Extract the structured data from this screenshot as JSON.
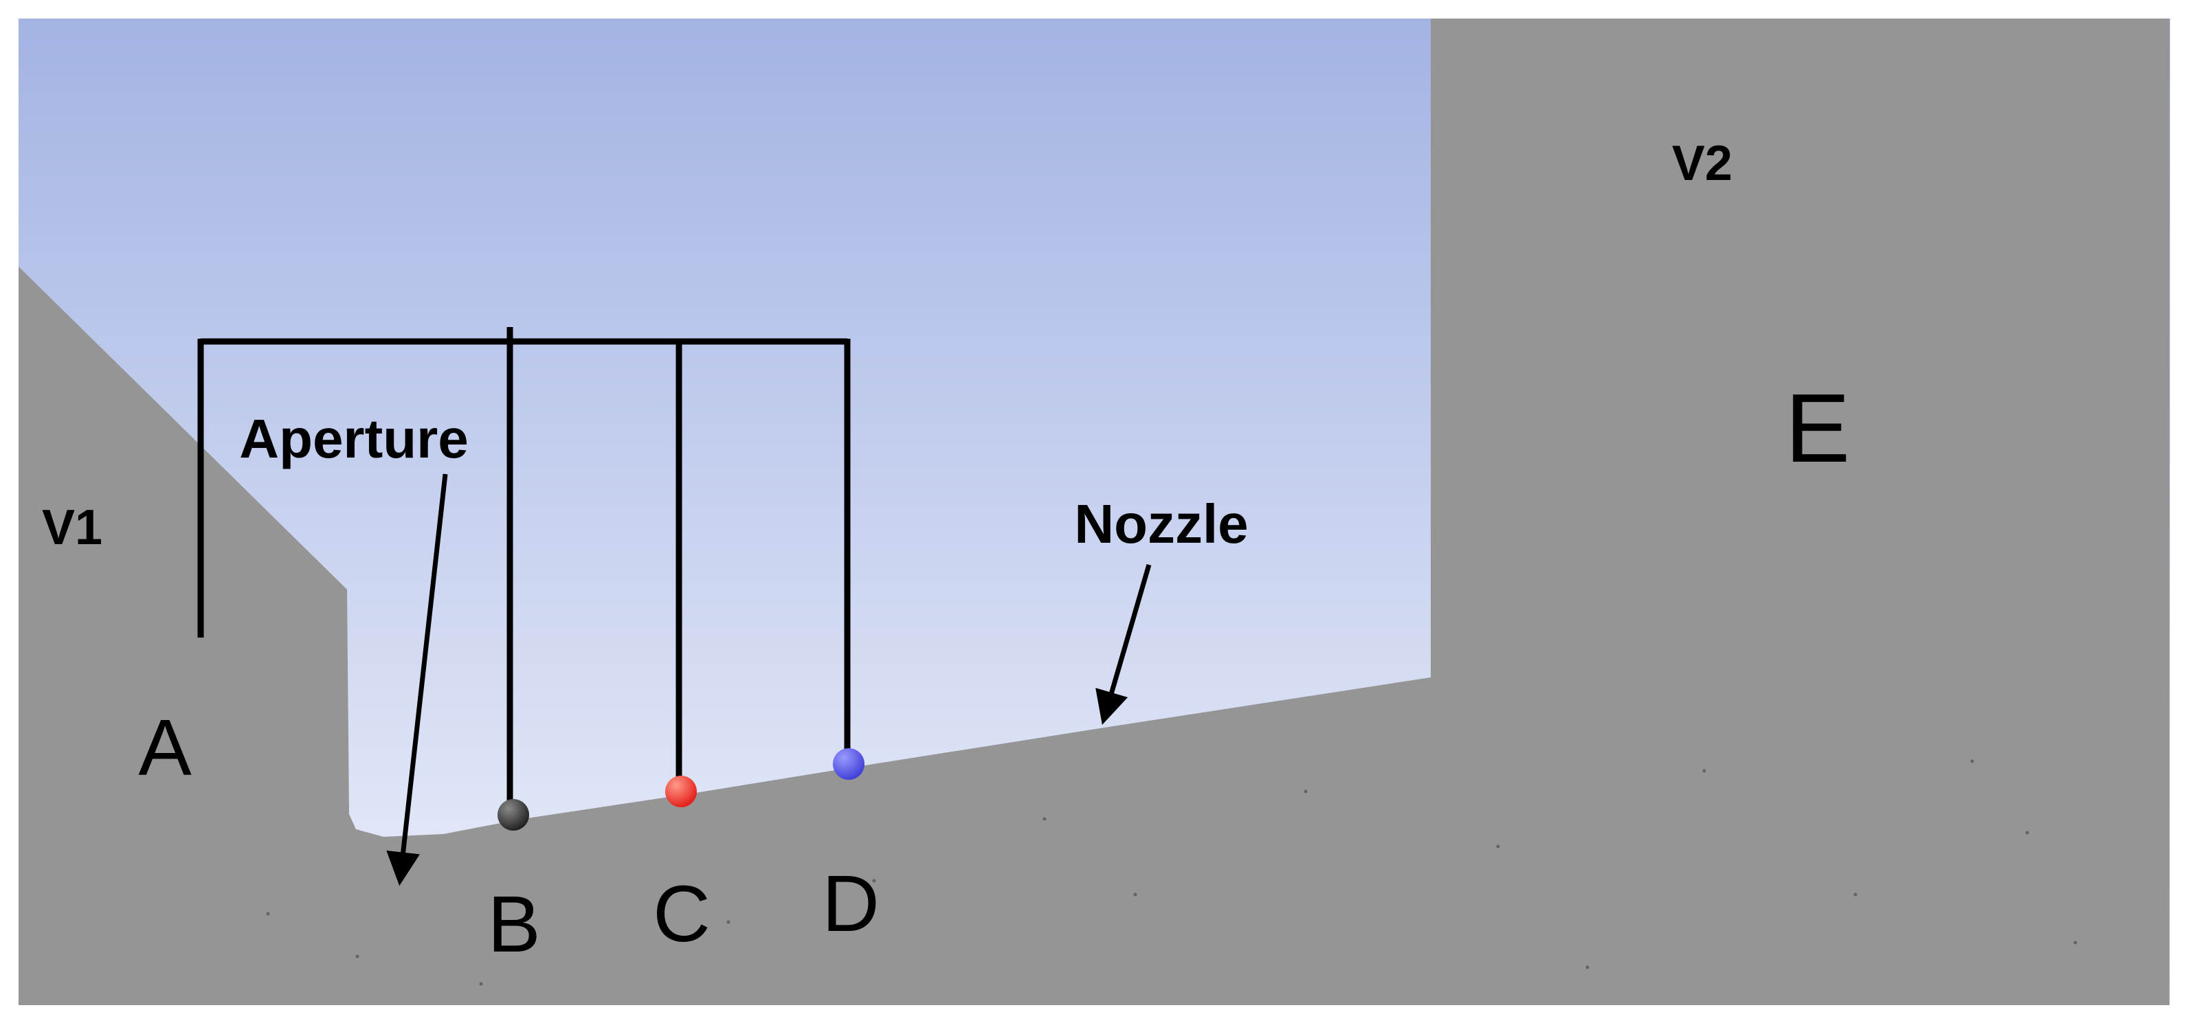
{
  "figure": {
    "labels": {
      "v1": "V1",
      "v2": "V2",
      "aperture": "Aperture",
      "nozzle": "Nozzle",
      "point_a": "A",
      "point_b": "B",
      "point_c": "C",
      "point_d": "D",
      "point_e": "E"
    },
    "colors": {
      "canvas_white": "#ffffff",
      "sky_top": "#a3b3e3",
      "sky_bottom": "#edf1fb",
      "solid_gray": "#959595",
      "annotation_black": "#000000",
      "marker_b": "#070707",
      "marker_b_highlight": "#8a8a8a",
      "marker_c": "#dd0000",
      "marker_c_highlight": "#ff9a88",
      "marker_d": "#2a2ace",
      "marker_d_highlight": "#9a9aff"
    }
  }
}
